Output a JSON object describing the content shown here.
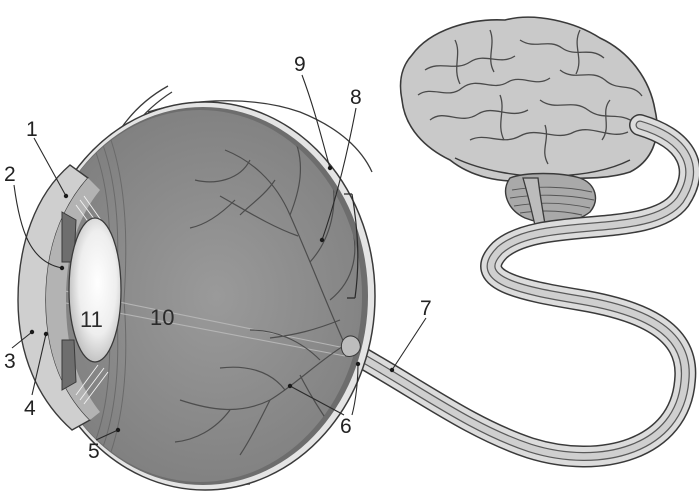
{
  "labels": [
    "1",
    "2",
    "3",
    "4",
    "5",
    "6",
    "7",
    "8",
    "9",
    "10",
    "11"
  ],
  "colors": {
    "eyeball": "#8f8f8f",
    "eyeball_dark": "#7a7a7a",
    "sclera": "#e2e2e2",
    "outline": "#3a3a3a",
    "vessel": "#4d4d4d",
    "brain": "#c9c9c9",
    "brain_dark": "#a9a9a9",
    "nerve": "#d4d4d4"
  }
}
